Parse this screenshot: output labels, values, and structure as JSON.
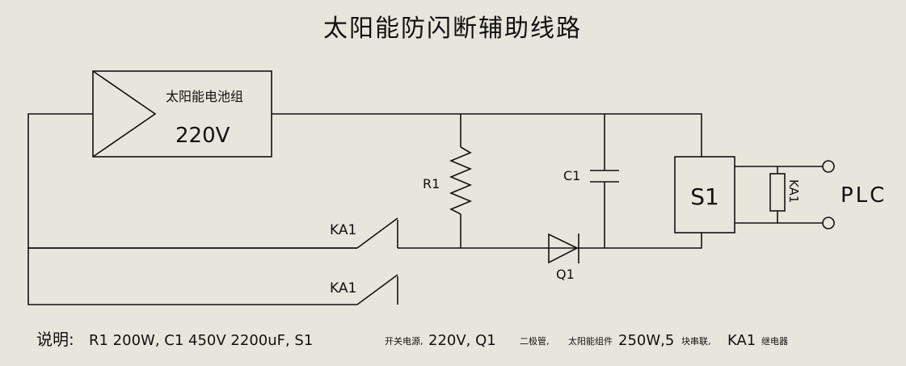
{
  "title": "太阳能防闪断辅助线路",
  "solar_panel": {
    "name": "太阳能电池组",
    "voltage": "220V"
  },
  "labels": {
    "r1": "R1",
    "c1": "C1",
    "ka1_contact_top": "KA1",
    "ka1_contact_bottom": "KA1",
    "q1": "Q1",
    "s1": "S1",
    "ka1_coil": "KA1",
    "plc": "PLC"
  },
  "note": {
    "prefix": "说明:",
    "p1": "R1 200W, C1 450V 2200uF, S1",
    "p2": "开关电源,",
    "p3": "220V, Q1",
    "p4": "二极管,",
    "p5": "太阳能组件",
    "p6": "250W,5",
    "p7": "块串联,",
    "p8": "KA1",
    "p9": "继电器"
  }
}
